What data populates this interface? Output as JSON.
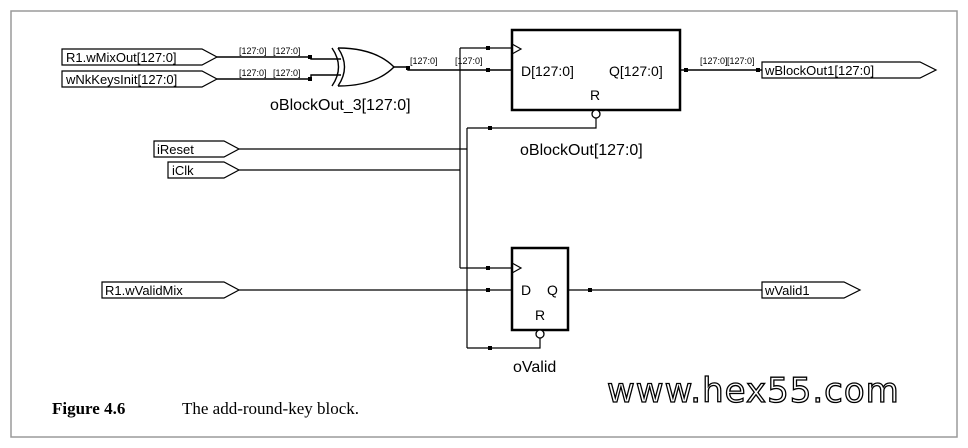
{
  "inputs": {
    "mix": "R1.wMixOut[127:0]",
    "keys": "wNkKeysInit[127:0]",
    "reset": "iReset",
    "clk": "iClk",
    "valid": "R1.wValidMix"
  },
  "outputs": {
    "block": "wBlockOut1[127:0]",
    "valid": "wValid1"
  },
  "bus_labels": {
    "mix_a": "[127:0]",
    "mix_b": "[127:0]",
    "key_a": "[127:0]",
    "key_b": "[127:0]",
    "xor_a": "[127:0]",
    "xor_b": "[127:0]",
    "out_a": "[127:0]",
    "out_b": "[127:0]"
  },
  "xor_gate": {
    "instance": "oBlockOut_3[127:0]"
  },
  "block_register": {
    "instance": "oBlockOut[127:0]",
    "d_pin": "D[127:0]",
    "q_pin": "Q[127:0]",
    "r_pin": "R"
  },
  "valid_register": {
    "instance": "oValid",
    "d_pin": "D",
    "q_pin": "Q",
    "r_pin": "R"
  },
  "caption": {
    "number": "Figure 4.6",
    "text": "The add-round-key block."
  },
  "watermark": "www.hex55.com"
}
